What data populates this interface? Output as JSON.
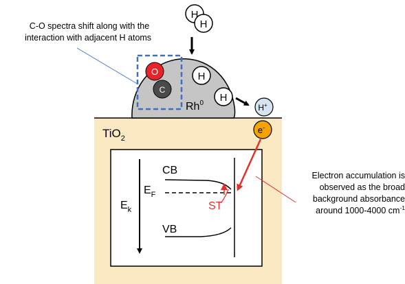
{
  "labels": {
    "h2_a": "H",
    "h2_b": "H",
    "co_annotation_line1": "C-O spectra shift along with the",
    "co_annotation_line2": "interaction with adjacent H atoms",
    "o_atom": "O",
    "c_atom": "C",
    "h_on_rh_1": "H",
    "h_on_rh_2": "H",
    "rh_main": "Rh",
    "rh_sup": "0",
    "h_plus_main": "H",
    "h_plus_sup": "+",
    "electron_main": "e",
    "electron_sup": "-",
    "tio2_main": "TiO",
    "tio2_sub": "2",
    "cb": "CB",
    "vb": "VB",
    "ef_main": "E",
    "ef_sub": "F",
    "ek_main": "E",
    "ek_sub": "k",
    "st": "ST",
    "electron_note_line1": "Electron accumulation is",
    "electron_note_line2": "observed as the broad",
    "electron_note_line3": "background absorbance",
    "electron_note_line4_main": "around 1000-4000 cm",
    "electron_note_line4_sup": "-1"
  },
  "colors": {
    "tio2_fill": "#fbe9c3",
    "rh_fill": "#c5c5c5",
    "o_atom": "#e8242a",
    "c_atom": "#4a4a4a",
    "electron": "#f5a300",
    "h_plus": "#d6e3f3",
    "highlight_box": "#3f6fc0",
    "annotation_red": "#e0322a"
  }
}
